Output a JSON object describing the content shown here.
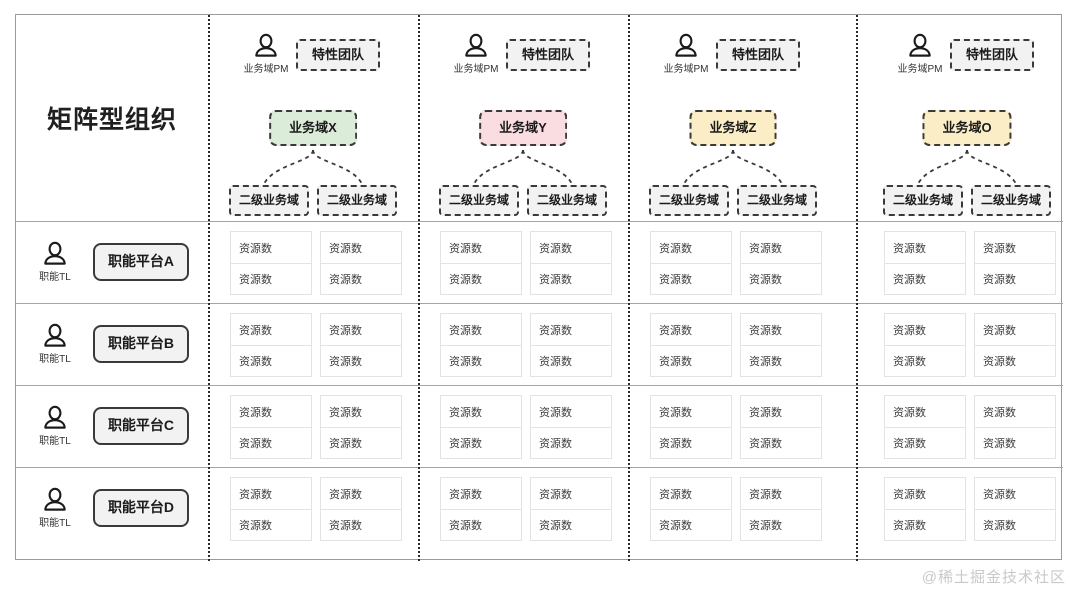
{
  "title": "矩阵型组织",
  "watermark": "@稀土掘金技术社区",
  "labels": {
    "pm_role": "业务域PM",
    "tl_role": "职能TL",
    "feature_team": "特性团队",
    "subdomain": "二级业务域",
    "resource_count": "资源数"
  },
  "colors": {
    "domain_x_fill": "#dbecd8",
    "domain_y_fill": "#fadde1",
    "domain_z_fill": "#fbeec6",
    "domain_o_fill": "#fbeec6",
    "box_stroke": "#3a3a3a",
    "neutral_fill": "#f2f2f2",
    "frame_stroke": "#9a9a9a",
    "cell_stroke": "#e3e3e3",
    "divider_stroke": "#2b2b2b",
    "watermark": "#c9c9c9"
  },
  "columns": [
    {
      "id": "x",
      "pm_role": "业务域PM",
      "feature_team": "特性团队",
      "domain": "业务域X",
      "domain_fill": "#dbecd8",
      "subdomains": [
        "二级业务域",
        "二级业务域"
      ]
    },
    {
      "id": "y",
      "pm_role": "业务域PM",
      "feature_team": "特性团队",
      "domain": "业务域Y",
      "domain_fill": "#fadde1",
      "subdomains": [
        "二级业务域",
        "二级业务域"
      ]
    },
    {
      "id": "z",
      "pm_role": "业务域PM",
      "feature_team": "特性团队",
      "domain": "业务域Z",
      "domain_fill": "#fbeec6",
      "subdomains": [
        "二级业务域",
        "二级业务域"
      ]
    },
    {
      "id": "o",
      "pm_role": "业务域PM",
      "feature_team": "特性团队",
      "domain": "业务域O",
      "domain_fill": "#fbeec6",
      "subdomains": [
        "二级业务域",
        "二级业务域"
      ]
    }
  ],
  "rows": [
    {
      "id": "a",
      "tl_role": "职能TL",
      "platform": "职能平台A"
    },
    {
      "id": "b",
      "tl_role": "职能TL",
      "platform": "职能平台B"
    },
    {
      "id": "c",
      "tl_role": "职能TL",
      "platform": "职能平台C"
    },
    {
      "id": "d",
      "tl_role": "职能TL",
      "platform": "职能平台D"
    }
  ],
  "grid": {
    "cell_text": "资源数",
    "cells_per_group": 2,
    "groups_per_column": 2,
    "matrix": [
      [
        [
          "资源数",
          "资源数"
        ],
        [
          "资源数",
          "资源数"
        ],
        [
          "资源数",
          "资源数"
        ],
        [
          "资源数",
          "资源数"
        ],
        [
          "资源数",
          "资源数"
        ],
        [
          "资源数",
          "资源数"
        ],
        [
          "资源数",
          "资源数"
        ],
        [
          "资源数",
          "资源数"
        ]
      ],
      [
        [
          "资源数",
          "资源数"
        ],
        [
          "资源数",
          "资源数"
        ],
        [
          "资源数",
          "资源数"
        ],
        [
          "资源数",
          "资源数"
        ],
        [
          "资源数",
          "资源数"
        ],
        [
          "资源数",
          "资源数"
        ],
        [
          "资源数",
          "资源数"
        ],
        [
          "资源数",
          "资源数"
        ]
      ],
      [
        [
          "资源数",
          "资源数"
        ],
        [
          "资源数",
          "资源数"
        ],
        [
          "资源数",
          "资源数"
        ],
        [
          "资源数",
          "资源数"
        ],
        [
          "资源数",
          "资源数"
        ],
        [
          "资源数",
          "资源数"
        ],
        [
          "资源数",
          "资源数"
        ],
        [
          "资源数",
          "资源数"
        ]
      ],
      [
        [
          "资源数",
          "资源数"
        ],
        [
          "资源数",
          "资源数"
        ],
        [
          "资源数",
          "资源数"
        ],
        [
          "资源数",
          "资源数"
        ],
        [
          "资源数",
          "资源数"
        ],
        [
          "资源数",
          "资源数"
        ],
        [
          "资源数",
          "资源数"
        ],
        [
          "资源数",
          "资源数"
        ]
      ]
    ]
  }
}
